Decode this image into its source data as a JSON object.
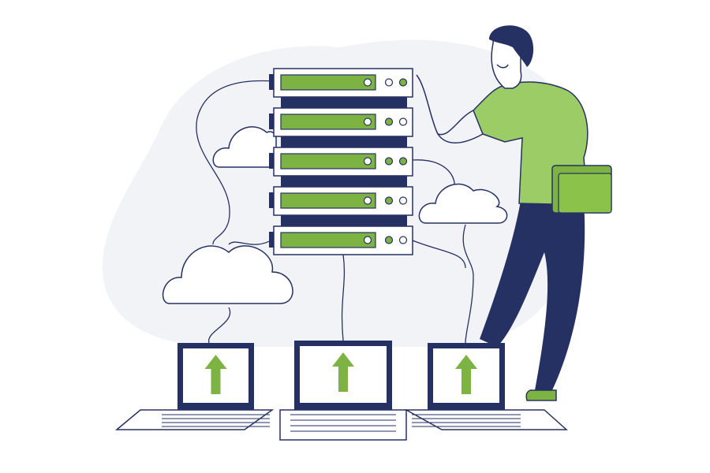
{
  "illustration": {
    "subject": "server-rack-cloud-upload",
    "colors": {
      "navy": "#263163",
      "green": "#7cb342",
      "background_blob": "#f1f3f7",
      "white": "#ffffff"
    },
    "server_units": [
      {
        "leds": [
          "off",
          "off",
          "on"
        ]
      },
      {
        "leds": [
          "off",
          "on",
          "off"
        ]
      },
      {
        "leds": [
          "off",
          "on",
          "on"
        ]
      },
      {
        "leds": [
          "off",
          "on",
          "off"
        ]
      },
      {
        "leds": [
          "off",
          "on",
          "off"
        ]
      }
    ],
    "laptops": [
      {
        "icon": "upload-arrow-icon"
      },
      {
        "icon": "upload-arrow-icon"
      },
      {
        "icon": "upload-arrow-icon"
      }
    ],
    "clouds": 3
  }
}
